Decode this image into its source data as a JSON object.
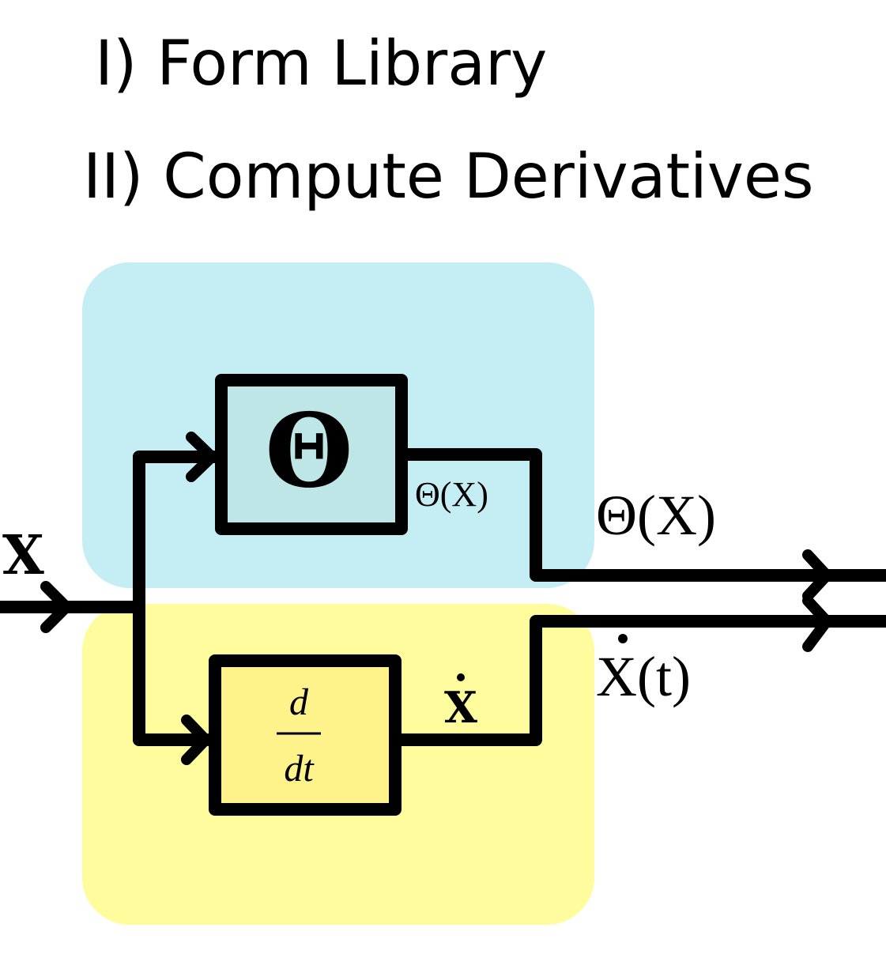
{
  "steps": {
    "step1": "I) Form Library",
    "step2": "II) Compute Derivatives"
  },
  "diagram": {
    "input_label": "X",
    "library_block_symbol": "Θ",
    "library_inner_output": "Θ(X)",
    "library_output": "Θ(X)",
    "derivative_numerator": "d",
    "derivative_denominator": "dt",
    "derivative_inner_output": "X",
    "derivative_output": "X(t)"
  },
  "colors": {
    "library_region": "#c4eef4",
    "library_block": "#bfe6e6",
    "derivative_region": "#fefc9c",
    "derivative_block": "#fef28a",
    "wire": "#000000"
  }
}
